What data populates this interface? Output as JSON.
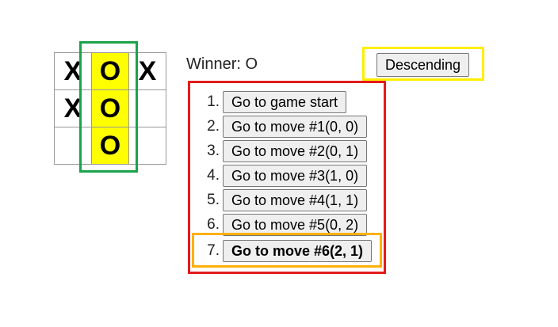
{
  "board": {
    "cells": [
      "X",
      "O",
      "X",
      "X",
      "O",
      "",
      "",
      "O",
      ""
    ],
    "winning_cells": [
      1,
      4,
      7
    ],
    "win_color": "#ffff00"
  },
  "status": {
    "text": "Winner: O"
  },
  "sort": {
    "label": "Descending"
  },
  "moves": [
    {
      "num": "1.",
      "label": "Go to game start"
    },
    {
      "num": "2.",
      "label": "Go to move #1(0, 0)"
    },
    {
      "num": "3.",
      "label": "Go to move #2(0, 1)"
    },
    {
      "num": "4.",
      "label": "Go to move #3(1, 0)"
    },
    {
      "num": "5.",
      "label": "Go to move #4(1, 1)"
    },
    {
      "num": "6.",
      "label": "Go to move #5(0, 2)"
    },
    {
      "num": "7.",
      "label": "Go to move #6(2, 1)"
    }
  ],
  "current_move": 6,
  "annotations": {
    "green": "#1aa34a",
    "yellow": "#ffee00",
    "red": "#e31b1b",
    "orange": "#ffb000"
  }
}
